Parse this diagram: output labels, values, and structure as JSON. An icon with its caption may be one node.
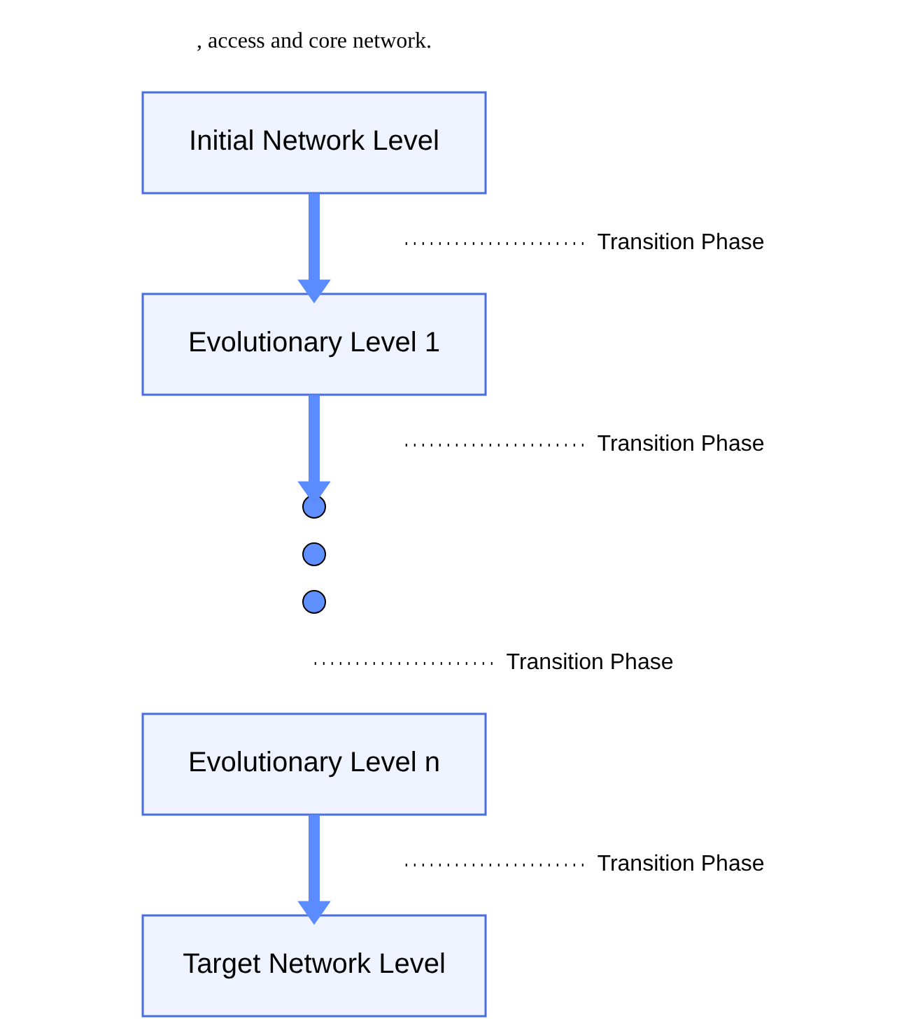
{
  "diagram": {
    "nodes": [
      {
        "text": [
          "Initial Network Level"
        ]
      },
      {
        "text": [
          "Evolutionary Level 1"
        ]
      },
      {
        "text": [],
        "shape": "circle"
      },
      {
        "text": [],
        "shape": "circle"
      },
      {
        "text": [],
        "shape": "circle"
      },
      {
        "text": [
          "Evolutionary Level n"
        ]
      },
      {
        "text": [
          "Target Network Level"
        ]
      }
    ],
    "edges": [
      {
        "from": 0,
        "to": 1,
        "arrow": "to"
      },
      {
        "from": 1,
        "to": 2,
        "arrow": "to"
      },
      {
        "from": 5,
        "to": 6,
        "arrow": "to"
      }
    ],
    "labels": [
      ", access and core network.",
      "Transition Phase",
      "Transition Phase",
      "Transition Phase",
      "Transition Phase"
    ]
  }
}
